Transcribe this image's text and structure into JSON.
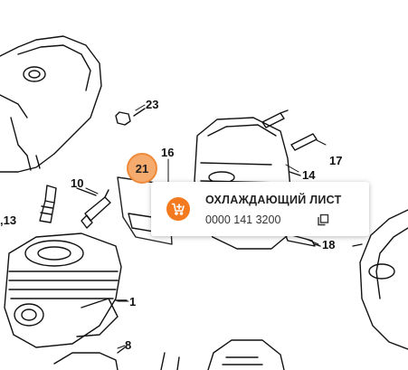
{
  "callouts": {
    "c23": "23",
    "c16": "16",
    "c17": "17",
    "c14": "14",
    "c10": "10",
    "c13": ",13",
    "c18": "18",
    "c1": "1",
    "c8": "8"
  },
  "highlight": {
    "number": "21",
    "color": "#f5ab6d",
    "border": "#ef8a3a"
  },
  "popup": {
    "title": "ОХЛАЖДАЮЩИЙ ЛИСТ",
    "part_number": "0000 141 3200",
    "cart_icon": "cart-add-icon",
    "copy_icon": "copy-icon",
    "accent": "#f37a1f"
  }
}
